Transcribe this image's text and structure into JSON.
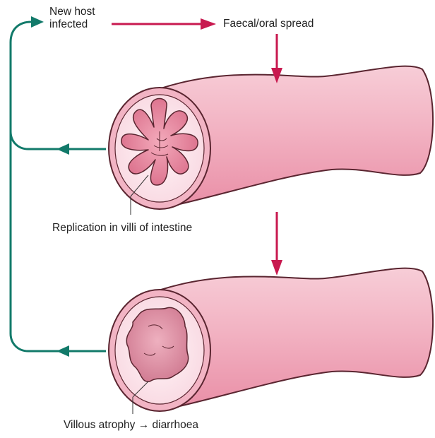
{
  "labels": {
    "new_host_line1": "New host",
    "new_host_line2": "infected",
    "faecal_oral": "Faecal/oral spread",
    "replication": "Replication in villi of intestine",
    "atrophy": "Villous atrophy → diarrhoea"
  },
  "colors": {
    "arrow_red": "#c8194f",
    "arrow_green": "#127a6a",
    "tube_outline": "#5a2530",
    "tube_pink": "#f2b4c4",
    "lumen_pink": "#fbe3ea",
    "villi_fill": "#e07d95",
    "atrophy_fill": "#d88a9d"
  },
  "icons": {
    "flow_arrow": "arrowhead",
    "intestine_segment": "intestine-tube"
  }
}
